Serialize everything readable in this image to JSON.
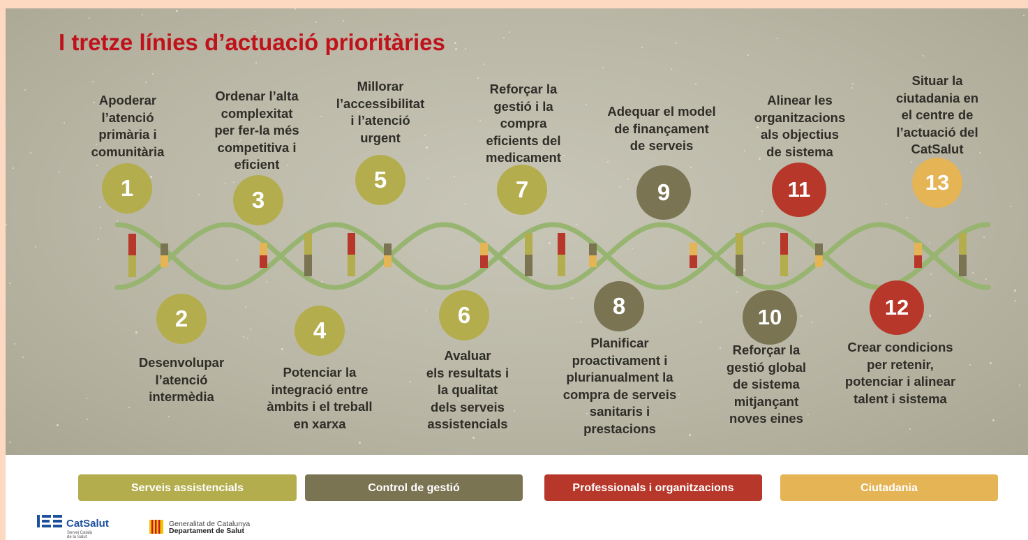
{
  "title": "I tretze línies d’actuació prioritàries",
  "colors": {
    "serveis_assistencials": "#b3ad4d",
    "control_de_gestio": "#7a7453",
    "professionals": "#b7382b",
    "ciutadania": "#e4b455",
    "title_red": "#c0121b",
    "helix_green": "#98b471"
  },
  "lines": [
    {
      "number": "1",
      "label": [
        "Apoderar",
        "l’atenció",
        "primària i",
        "comunitària"
      ],
      "category": "serveis_assistencials"
    },
    {
      "number": "2",
      "label": [
        "Desenvolupar",
        "l’atenció",
        "intermèdia"
      ],
      "category": "serveis_assistencials"
    },
    {
      "number": "3",
      "label": [
        "Ordenar l’alta",
        "complexitat",
        "per fer-la més",
        "competitiva i",
        "eficient"
      ],
      "category": "serveis_assistencials"
    },
    {
      "number": "4",
      "label": [
        "Potenciar la",
        "integració entre",
        "àmbits i el treball",
        "en xarxa"
      ],
      "category": "serveis_assistencials"
    },
    {
      "number": "5",
      "label": [
        "Millorar",
        "l’accessibilitat",
        "i l’atenció",
        "urgent"
      ],
      "category": "serveis_assistencials"
    },
    {
      "number": "6",
      "label": [
        "Avaluar",
        "els resultats i",
        "la qualitat",
        "dels serveis",
        "assistencials"
      ],
      "category": "serveis_assistencials"
    },
    {
      "number": "7",
      "label": [
        "Reforçar la",
        "gestió i la",
        "compra",
        "eficients del",
        "medicament"
      ],
      "category": "serveis_assistencials"
    },
    {
      "number": "8",
      "label": [
        "Planificar",
        "proactivament i",
        "plurianualment la",
        "compra de serveis",
        "sanitaris i",
        "prestacions"
      ],
      "category": "control_de_gestio"
    },
    {
      "number": "9",
      "label": [
        "Adequar el model",
        "de finançament",
        "de serveis"
      ],
      "category": "control_de_gestio"
    },
    {
      "number": "10",
      "label": [
        "Reforçar la",
        "gestió global",
        "de sistema",
        "mitjançant",
        "noves eines"
      ],
      "category": "control_de_gestio"
    },
    {
      "number": "11",
      "label": [
        "Alinear les",
        "organitzacions",
        "als objectius",
        "de sistema"
      ],
      "category": "professionals"
    },
    {
      "number": "12",
      "label": [
        "Crear condicions",
        "per retenir,",
        "potenciar i alinear",
        "talent i sistema"
      ],
      "category": "professionals"
    },
    {
      "number": "13",
      "label": [
        "Situar la",
        "ciutadania en",
        "el centre de",
        "l’actuació del",
        "CatSalut"
      ],
      "category": "ciutadania"
    }
  ],
  "legend": [
    {
      "label": "Serveis assistencials",
      "color": "#b3ad4d"
    },
    {
      "label": "Control de gestió",
      "color": "#7a7453"
    },
    {
      "label": "Professionals i organitzacions",
      "color": "#b7382b"
    },
    {
      "label": "Ciutadania",
      "color": "#e4b455"
    }
  ],
  "footer": {
    "catsalut_name": "CatSalut",
    "catsalut_sub": "Servei Català de la Salut",
    "gencat_line1": "Generalitat de Catalunya",
    "gencat_line2": "Departament de Salut"
  }
}
